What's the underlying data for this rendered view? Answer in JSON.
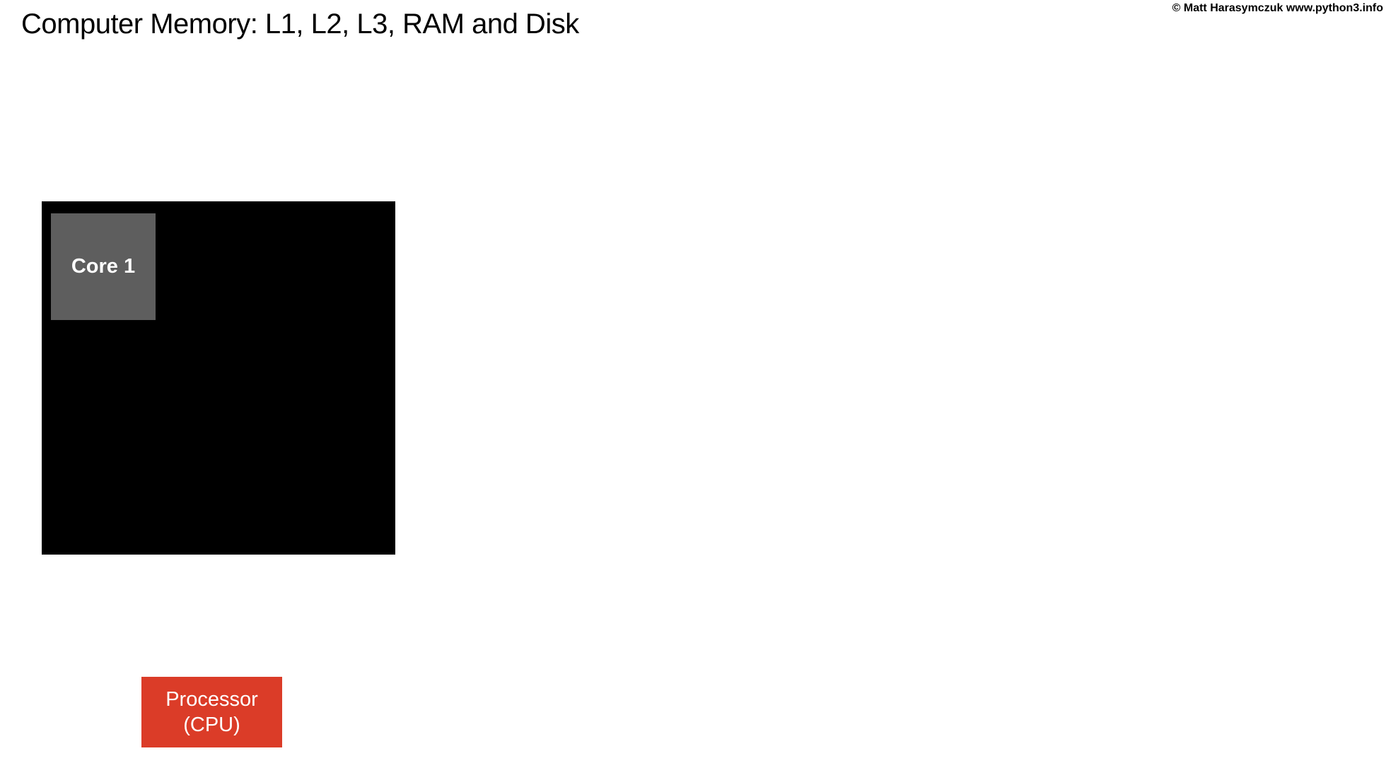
{
  "header": {
    "title": "Computer Memory: L1, L2, L3, RAM and Disk",
    "copyright": "© Matt Harasymczuk www.python3.info"
  },
  "diagram": {
    "cpu_die": {
      "color": "#000000",
      "cores": [
        {
          "label": "Core 1",
          "color": "#5e5e5e"
        }
      ]
    },
    "processor_label": {
      "line1": "Processor",
      "line2": "(CPU)",
      "color": "#db3c28"
    }
  }
}
